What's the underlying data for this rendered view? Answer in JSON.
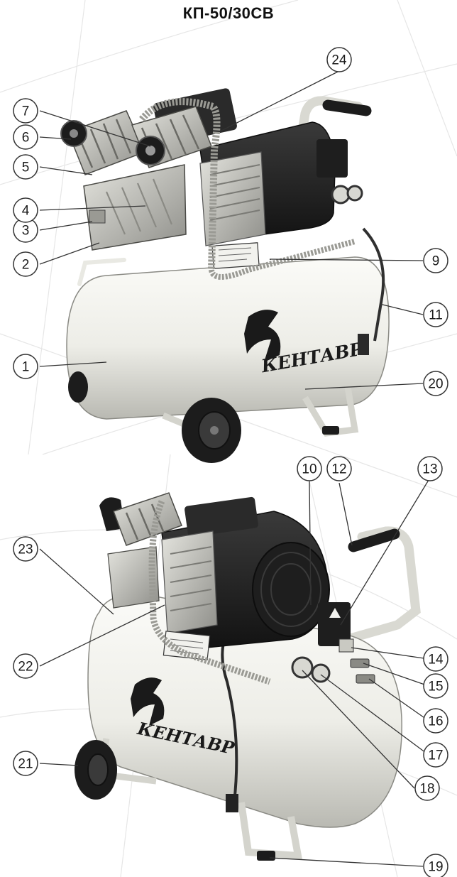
{
  "title": "КП-50/30СВ",
  "brand": "КЕНТАВР",
  "callouts": [
    "1",
    "2",
    "3",
    "4",
    "5",
    "6",
    "7",
    "9",
    "10",
    "11",
    "12",
    "13",
    "14",
    "15",
    "16",
    "17",
    "18",
    "19",
    "20",
    "21",
    "22",
    "23",
    "24"
  ],
  "colors": {
    "tank": "#efefe9",
    "tank_shade": "#c9c9c2",
    "motor": "#262626",
    "metal": "#b3b3ad",
    "line": "#444444",
    "rubber": "#1c1c1c"
  }
}
